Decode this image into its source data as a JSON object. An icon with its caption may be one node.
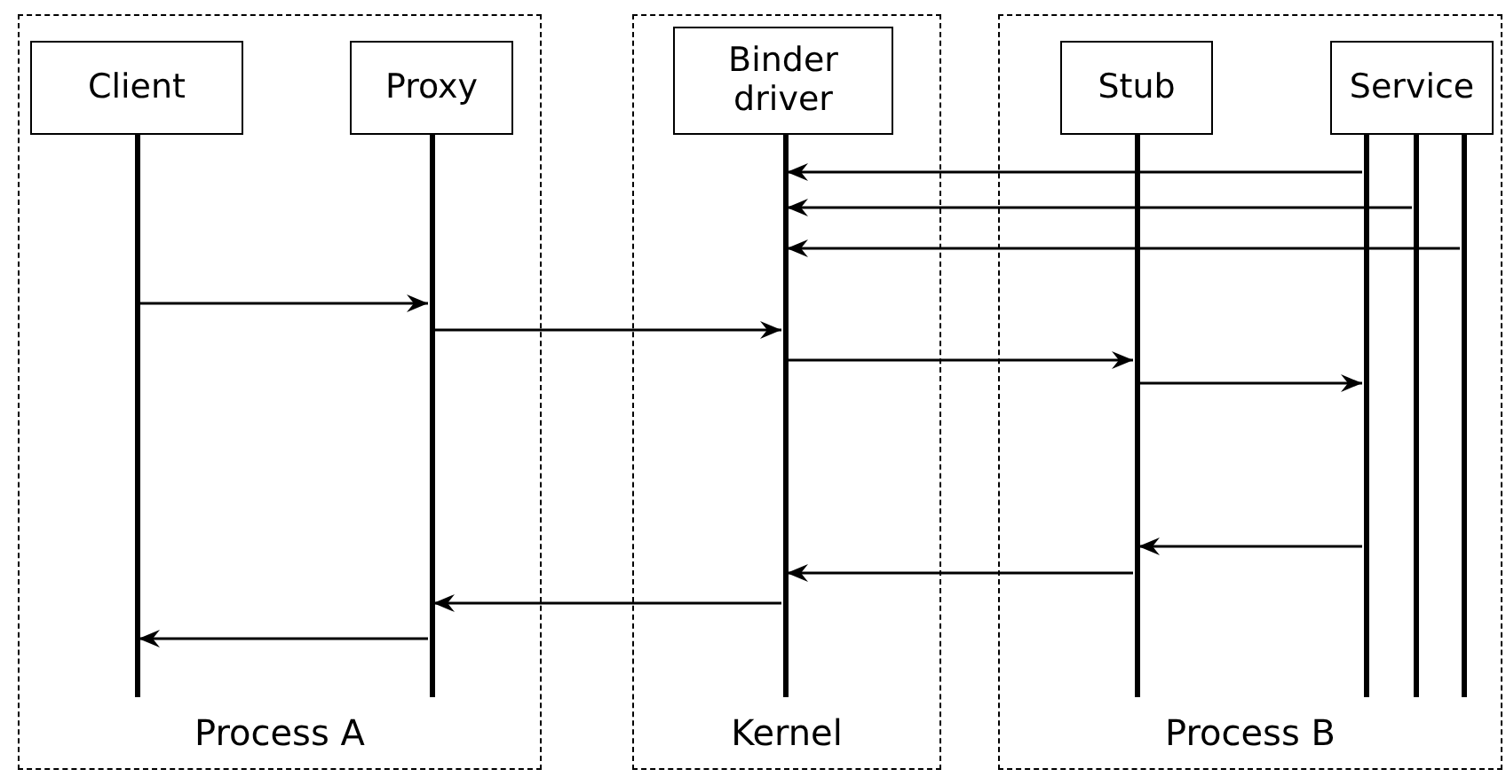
{
  "diagram": {
    "nodes": [
      {
        "text": [
          "Process A"
        ]
      },
      {
        "text": [
          "Kernel"
        ]
      },
      {
        "text": [
          "Process B"
        ]
      },
      {
        "text": [
          "Client"
        ],
        "in": 0
      },
      {
        "text": [
          "Proxy"
        ],
        "in": 0
      },
      {
        "text": [
          "Binder driver"
        ],
        "in": 1
      },
      {
        "text": [
          "Stub"
        ],
        "in": 2
      },
      {
        "text": [
          "Service"
        ],
        "in": 2
      },
      {
        "text": [],
        "shape": "bar",
        "in": 0
      },
      {
        "text": [],
        "shape": "bar",
        "in": 0
      },
      {
        "text": [],
        "shape": "bar",
        "in": 1
      },
      {
        "text": [],
        "shape": "bar",
        "in": 2
      },
      {
        "text": [],
        "shape": "bar",
        "in": 2
      },
      {
        "text": [],
        "shape": "bar",
        "in": 2
      },
      {
        "text": [],
        "shape": "bar",
        "in": 2
      }
    ],
    "edges": [
      {
        "from": 12,
        "to": 10,
        "arrow": "to"
      },
      {
        "from": 13,
        "to": 10,
        "arrow": "to"
      },
      {
        "from": 14,
        "to": 10,
        "arrow": "to"
      },
      {
        "from": 8,
        "to": 9,
        "arrow": "to"
      },
      {
        "from": 9,
        "to": 10,
        "arrow": "to"
      },
      {
        "from": 10,
        "to": 11,
        "arrow": "to"
      },
      {
        "from": 11,
        "to": 12,
        "arrow": "to"
      },
      {
        "from": 12,
        "to": 11,
        "arrow": "to"
      },
      {
        "from": 11,
        "to": 10,
        "arrow": "to"
      },
      {
        "from": 10,
        "to": 9,
        "arrow": "to"
      },
      {
        "from": 9,
        "to": 8,
        "arrow": "to"
      }
    ]
  }
}
